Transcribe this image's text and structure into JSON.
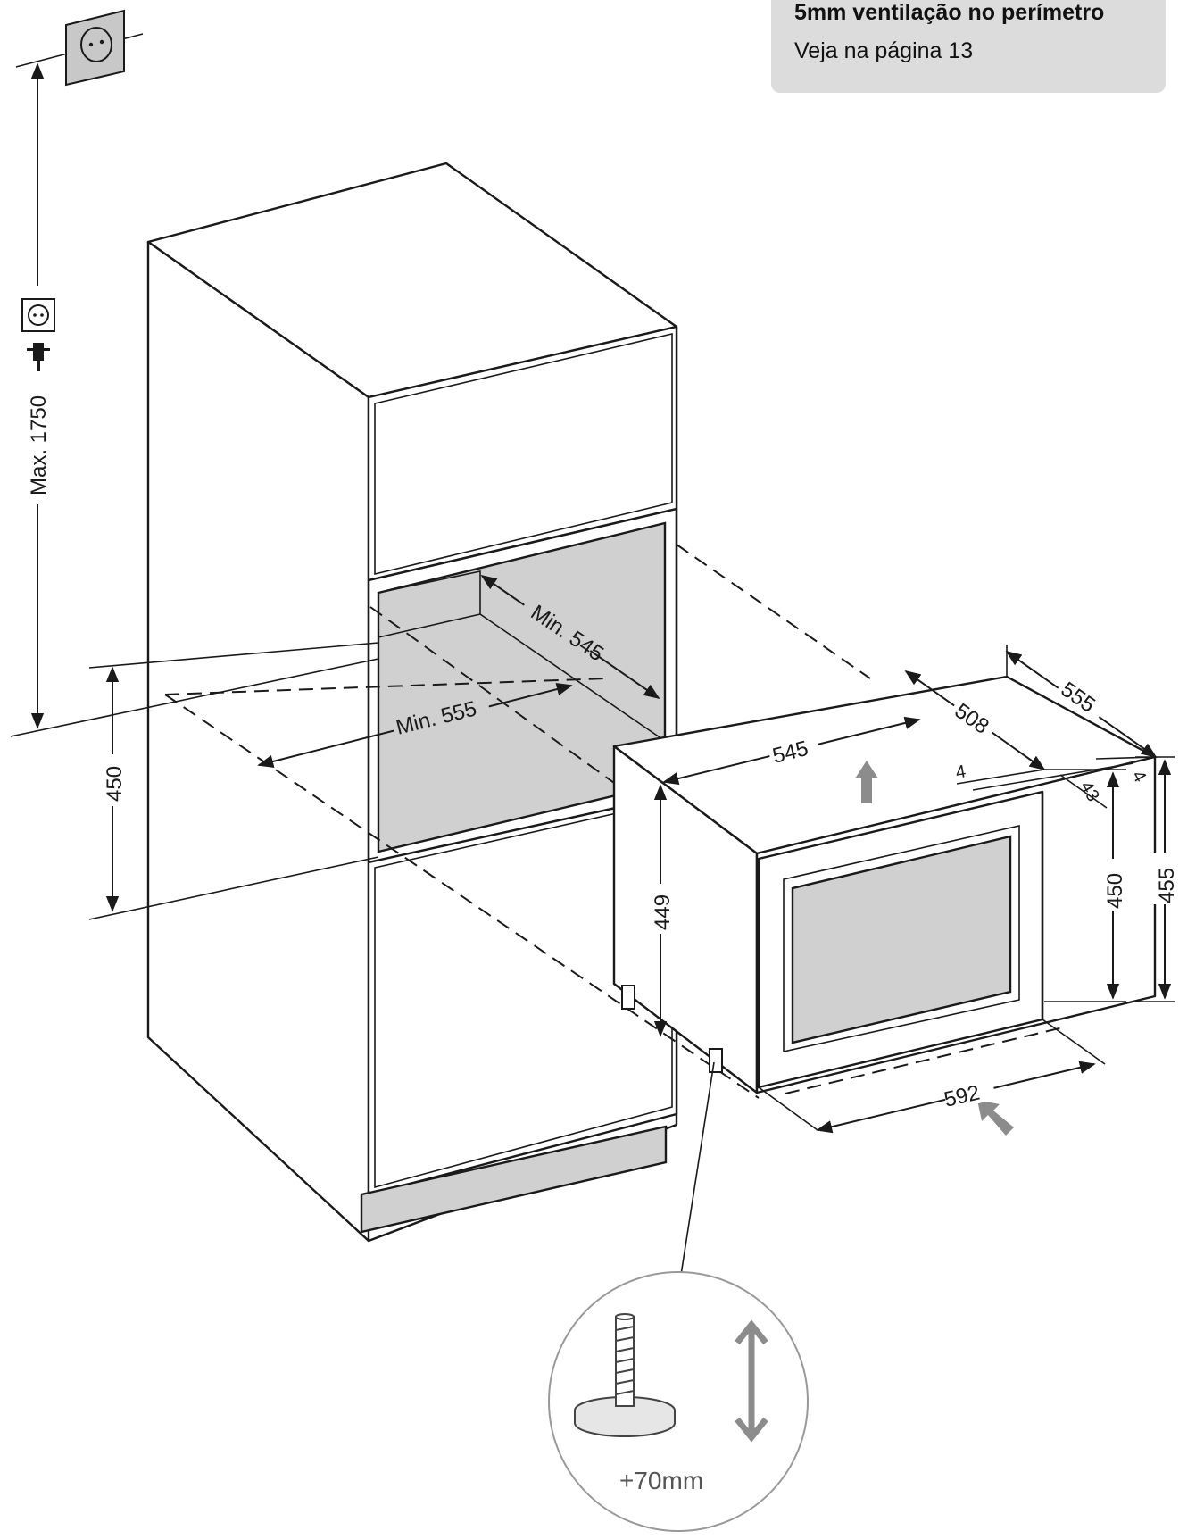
{
  "info_box": {
    "title": "5mm ventilação no perímetro",
    "subtitle": "Veja na página 13"
  },
  "dimensions": {
    "max_height": "Max. 1750",
    "niche_height": "450",
    "niche_depth": "Min. 545",
    "niche_width": "Min. 555",
    "appliance_width": "545",
    "appliance_depth_508": "508",
    "appliance_depth_555": "555",
    "gap_4_top": "4",
    "gap_4_side": "4",
    "front_43": "43",
    "height_449": "449",
    "height_450": "450",
    "height_455": "455",
    "front_width": "592",
    "foot_adjust": "+70mm"
  },
  "icons": [
    "wall-socket-icon",
    "power-plug-icon",
    "adjustable-foot-icon",
    "up-arrow-icon",
    "airflow-arrow-icon",
    "double-arrow-icon"
  ],
  "colors": {
    "line": "#1a1a1a",
    "niche_fill": "#d0d0d0",
    "info_box": "#dcdcdc",
    "arrow_gray": "#8c8c8c"
  }
}
